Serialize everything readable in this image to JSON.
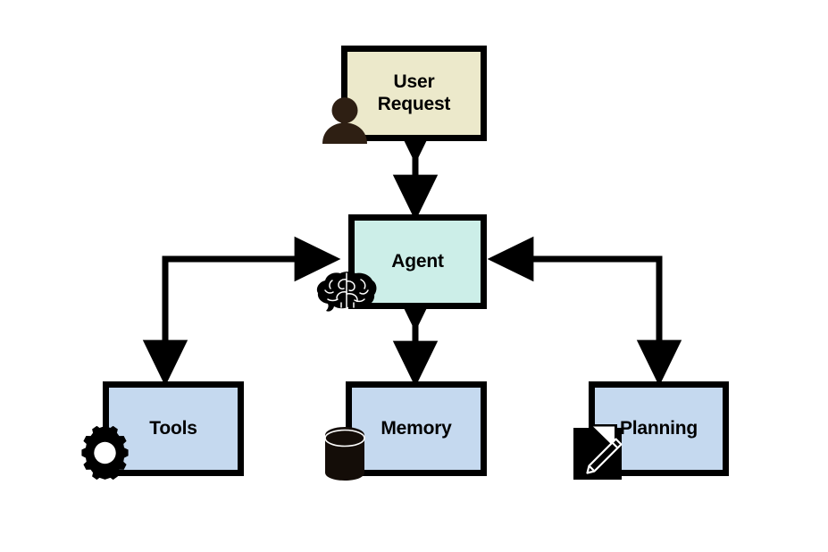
{
  "diagram": {
    "title": "Agent architecture diagram",
    "background_color": "#ffffff",
    "stroke_color": "#000000",
    "nodes": [
      {
        "id": "user-request",
        "label": "User\nRequest",
        "fill": "#ECE9CB",
        "icon": "user-icon",
        "icon_color": "#2E1F13"
      },
      {
        "id": "agent",
        "label": "Agent",
        "fill": "#CCEEE8",
        "icon": "brain-icon",
        "icon_color": "#000000"
      },
      {
        "id": "tools",
        "label": "Tools",
        "fill": "#C5D9EF",
        "icon": "gear-icon",
        "icon_color": "#000000"
      },
      {
        "id": "memory",
        "label": "Memory",
        "fill": "#C5D9EF",
        "icon": "database-icon",
        "icon_color": "#140D08"
      },
      {
        "id": "planning",
        "label": "Planning",
        "fill": "#C5D9EF",
        "icon": "document-pencil-icon",
        "icon_color": "#000000"
      }
    ],
    "connections": [
      {
        "id": "user-request-agent",
        "from": "user-request",
        "to": "agent",
        "direction": "bidirectional"
      },
      {
        "id": "agent-memory",
        "from": "agent",
        "to": "memory",
        "direction": "bidirectional"
      },
      {
        "id": "tools-agent",
        "from": "tools",
        "to": "agent",
        "direction": "elbow-left"
      },
      {
        "id": "agent-planning",
        "from": "planning",
        "to": "agent",
        "direction": "elbow-right"
      }
    ]
  }
}
